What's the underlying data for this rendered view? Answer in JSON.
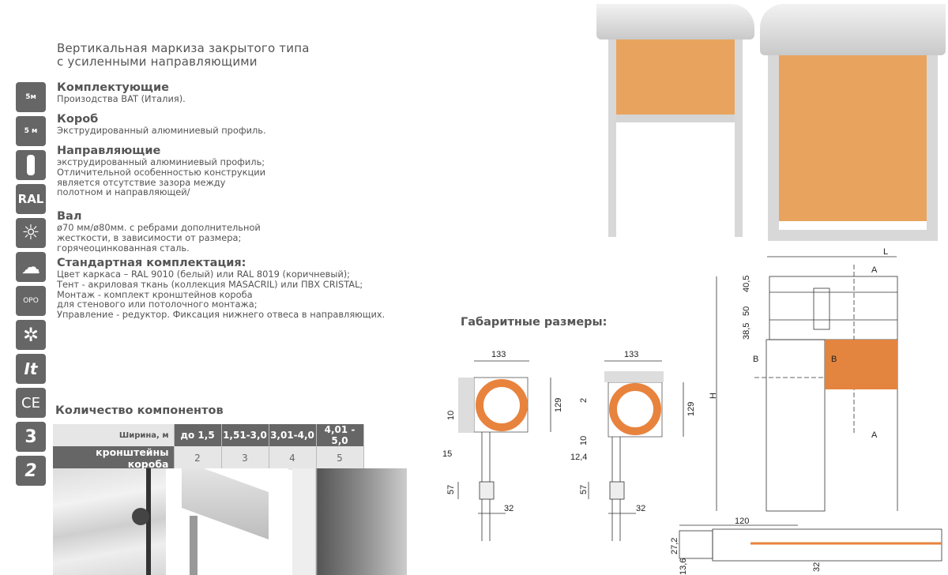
{
  "title": [
    "Вертикальная маркиза закрытого типа",
    "с усиленными направляющими"
  ],
  "icons": [
    {
      "name": "width-5m-icon",
      "label": "5м"
    },
    {
      "name": "height-5m-icon",
      "label": "5 м"
    },
    {
      "name": "remote-control-icon",
      "label": ""
    },
    {
      "name": "ral-icon",
      "label": "RAL"
    },
    {
      "name": "sun-icon",
      "label": "☼"
    },
    {
      "name": "rain-cloud-icon",
      "label": "☁"
    },
    {
      "name": "eyeglasses-icon",
      "label": "ОРО"
    },
    {
      "name": "motor-gear-icon",
      "label": "✲"
    },
    {
      "name": "italy-icon",
      "label": "It"
    },
    {
      "name": "ce-mark-icon",
      "label": "CE"
    },
    {
      "name": "warranty-3-years-icon",
      "label": "3"
    },
    {
      "name": "warranty-2-icon",
      "label": "2"
    }
  ],
  "sections": [
    {
      "heading": "Комплектующие",
      "lines": [
        "Произодства BAT (Италия)."
      ]
    },
    {
      "heading": "Короб",
      "lines": [
        "Экструдированный алюминиевый профиль."
      ]
    },
    {
      "heading": "Направляющие",
      "lines": [
        "экструдированный алюминиевый профиль;",
        "Отличительной особенностью конструкции",
        "является отсутствие зазора между",
        "полотном и направляющей/"
      ]
    },
    {
      "heading": "Вал",
      "lines": [
        "ø70 мм/ø80мм. с ребрами дополнительной",
        "жесткости, в зависимости от размера;",
        "горячеоцинкованная сталь."
      ]
    },
    {
      "heading": "Стандартная комплектация:",
      "lines": [
        "Цвет каркаса – RAL 9010 (белый) или RAL 8019 (коричневый);",
        "Тент - акриловая ткань (коллекция MASACRIL) или ПВХ CRISTAL;",
        "Монтаж - комплект кронштейнов короба",
        "для стенового или потолочного монтажа;",
        "Управление - редуктор. Фиксация нижнего отвеса в направляющих."
      ]
    }
  ],
  "components": {
    "heading": "Количество компонентов",
    "header": [
      "Ширина, м",
      "до 1,5",
      "1,51-3,0",
      "3,01-4,0",
      "4,01 - 5,0"
    ],
    "row": [
      "кронштейны короба",
      "2",
      "3",
      "4",
      "5"
    ]
  },
  "dimensions": {
    "heading": "Габаритные размеры:",
    "left": {
      "width": "133",
      "height": "129",
      "gap": "10",
      "offset": "15",
      "bottom": "57",
      "rail": "32"
    },
    "right": {
      "width": "133",
      "height": "129",
      "top": "2",
      "gap": "10",
      "offset": "12,4",
      "bottom": "57",
      "rail": "32"
    },
    "elevation": {
      "L": "L",
      "H": "H",
      "d1": "40,5",
      "d2": "50",
      "d3": "38,5",
      "A": "A",
      "B": "B"
    },
    "section": {
      "w": "120",
      "h1": "27,2",
      "h2": "13,6",
      "t": "32"
    }
  },
  "colors": {
    "accent": "#e8833e",
    "fabric": "#e8a45e",
    "icon_bg": "#666666"
  }
}
